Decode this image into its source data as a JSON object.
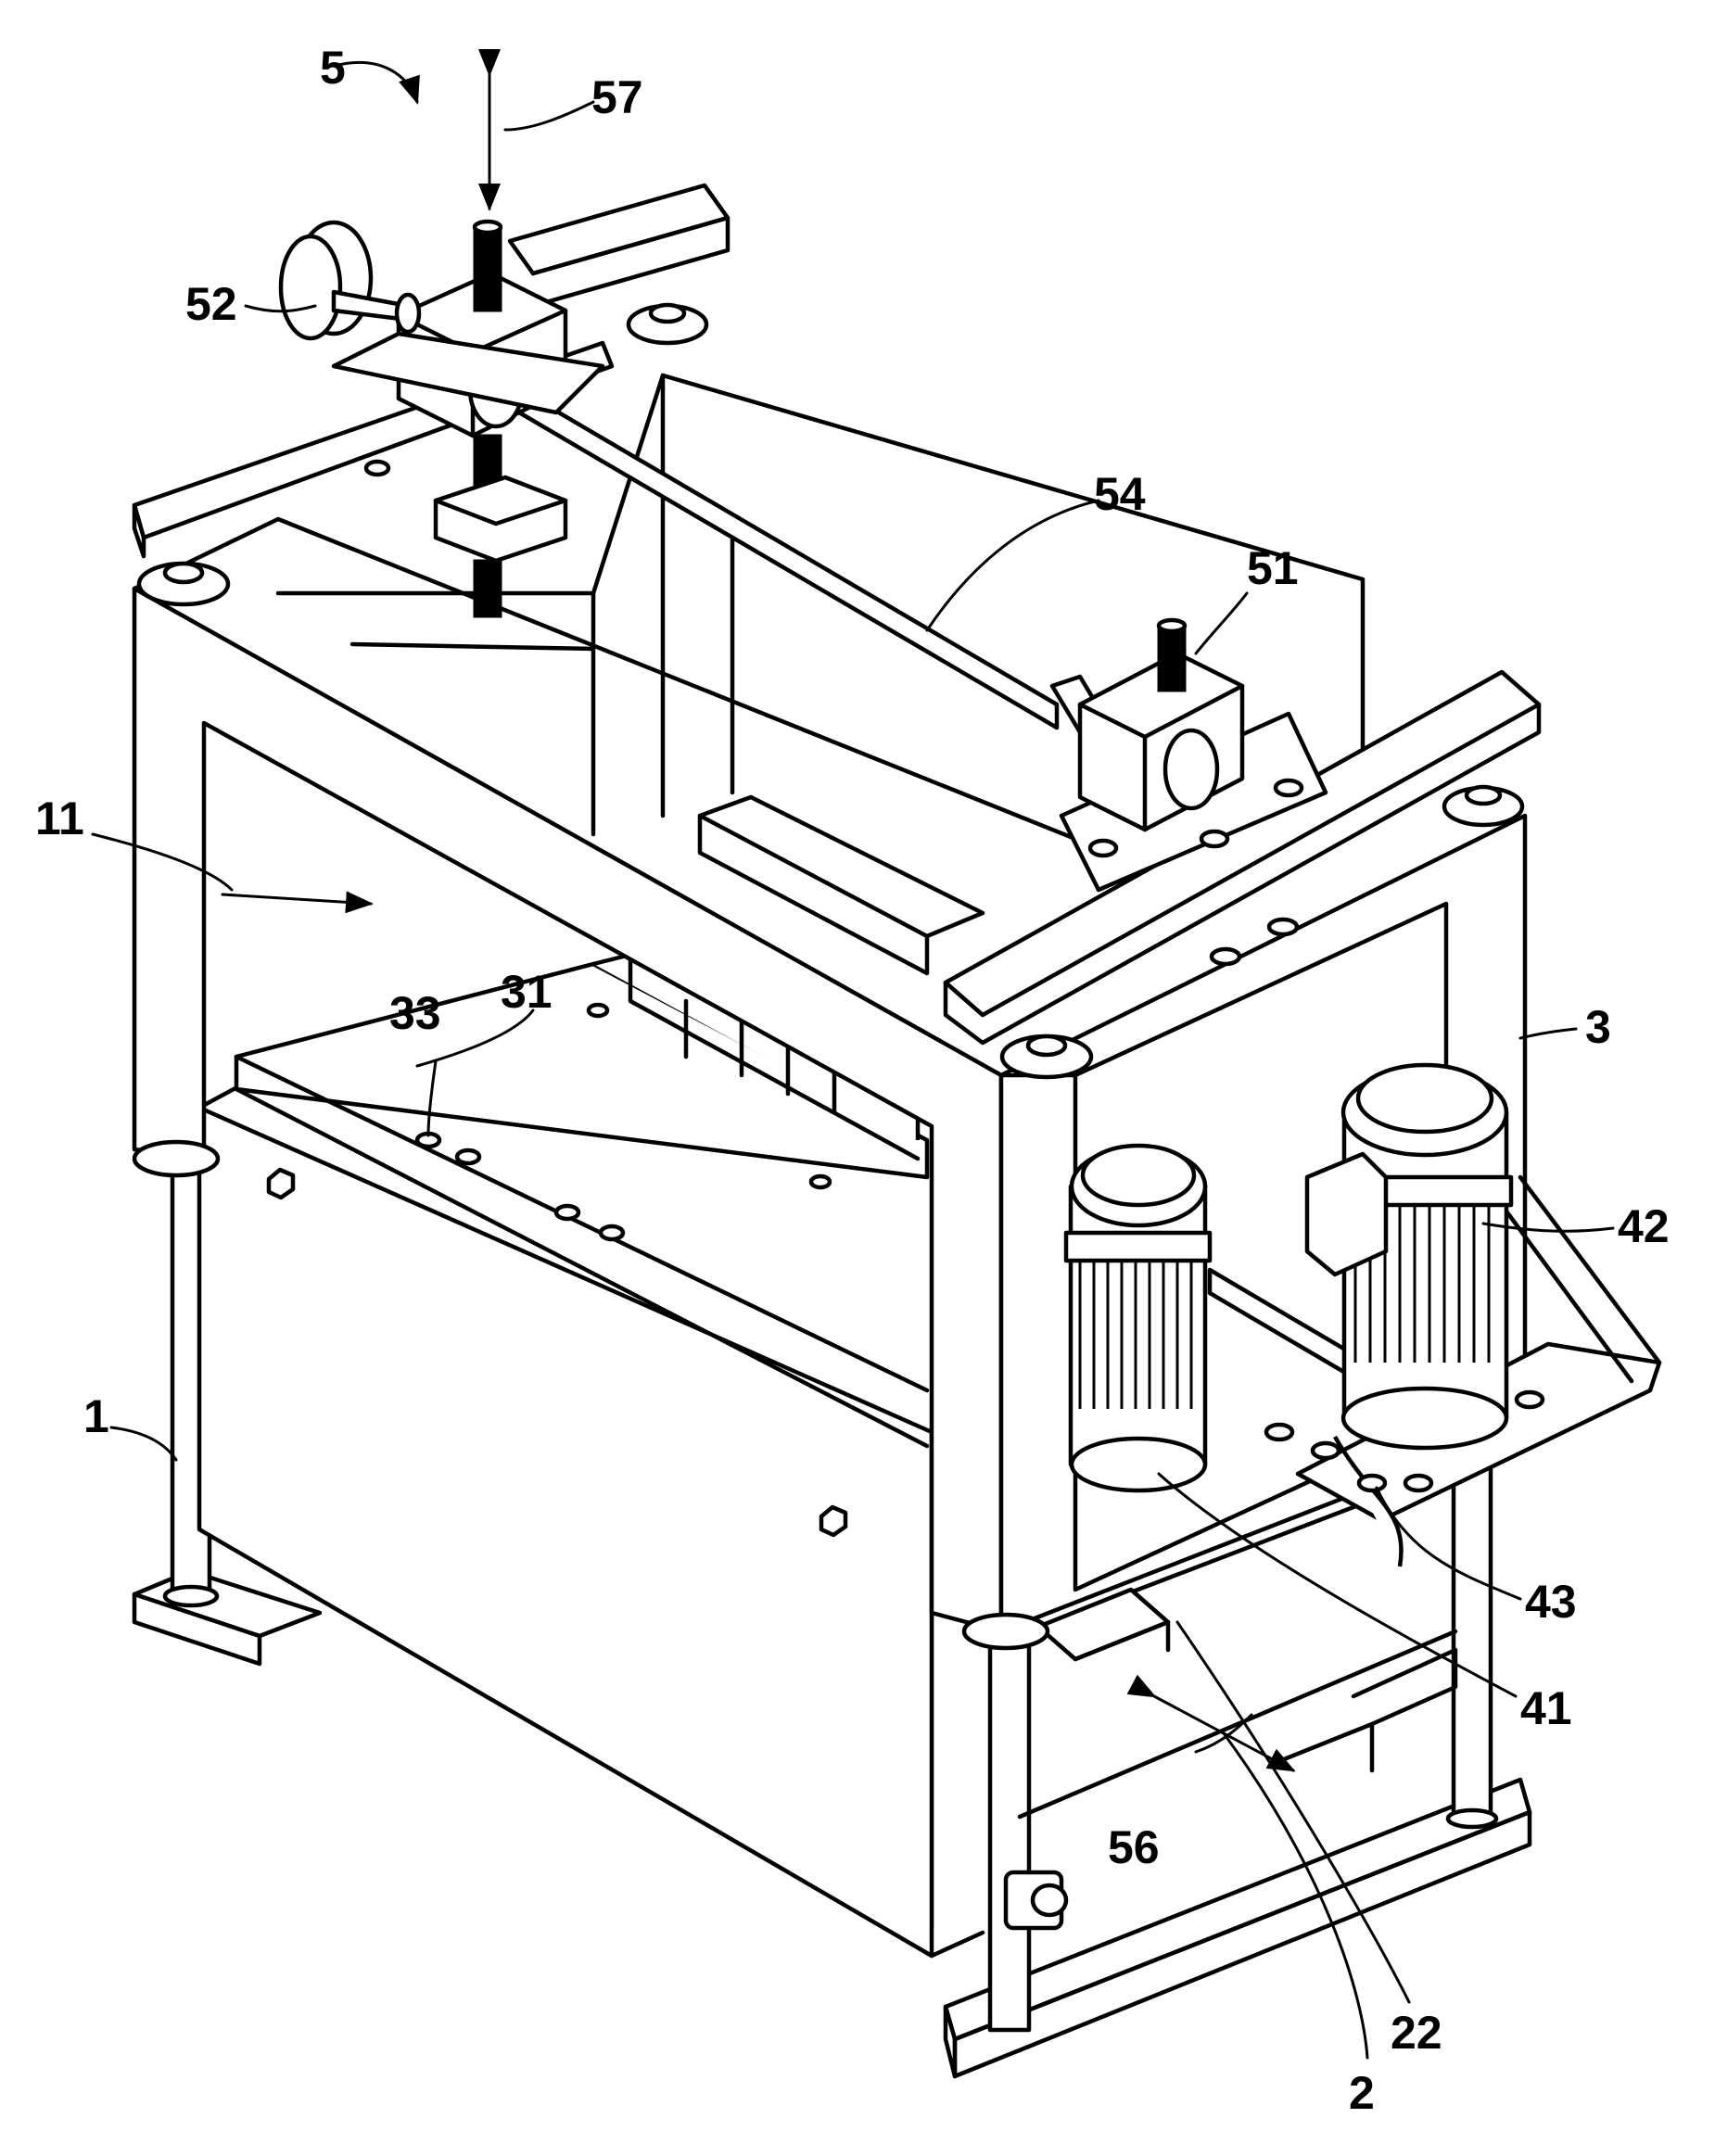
{
  "labels": {
    "l5": "5",
    "l57": "57",
    "l52": "52",
    "l54": "54",
    "l51": "51",
    "l11": "11",
    "l31": "31",
    "l33": "33",
    "l3": "3",
    "l42": "42",
    "l43": "43",
    "l41": "41",
    "l1": "1",
    "l22": "22",
    "l56": "56",
    "l2": "2"
  }
}
